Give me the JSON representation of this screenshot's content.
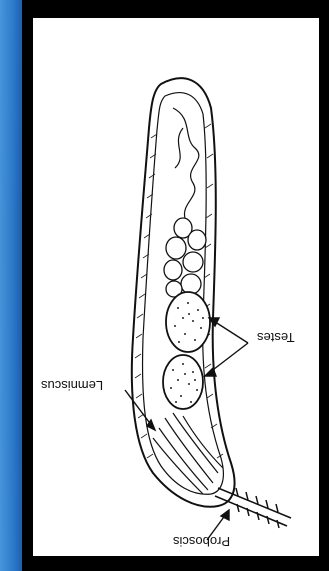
{
  "figure": {
    "labels": {
      "lemniscus": "Lemniscus",
      "testes": "Testes",
      "proboscis": "Proboscis"
    }
  },
  "colors": {
    "slide_blue": "#1f62b3",
    "frame_black": "#000000",
    "panel_white": "#ffffff",
    "ink": "#111111"
  }
}
